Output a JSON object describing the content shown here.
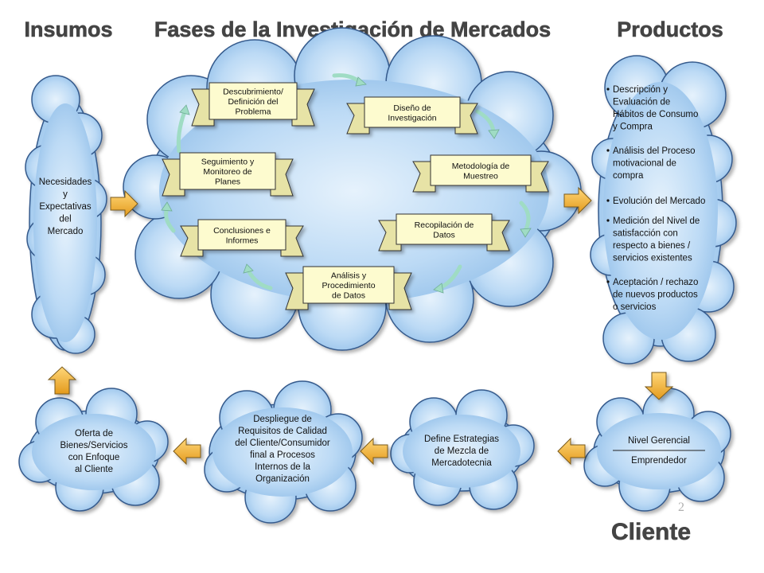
{
  "headers": {
    "inputs": "Insumos",
    "phases": "Fases de la Investigación de Mercados",
    "products": "Productos",
    "client": "Cliente"
  },
  "left_cloud": {
    "lines": [
      "Necesidades",
      "y",
      "Expectativas",
      "del",
      "Mercado"
    ]
  },
  "phases": [
    {
      "lines": [
        "Descubrimiento/",
        "Definición del",
        "Problema"
      ]
    },
    {
      "lines": [
        "Diseño de",
        "Investigación"
      ]
    },
    {
      "lines": [
        "Metodología de",
        "Muestreo"
      ]
    },
    {
      "lines": [
        "Recopilación de",
        "Datos"
      ]
    },
    {
      "lines": [
        "Análisis y",
        "Procedimiento",
        "de Datos"
      ]
    },
    {
      "lines": [
        "Conclusiones e",
        "Informes"
      ]
    },
    {
      "lines": [
        "Seguimiento y",
        "Monitoreo de",
        "Planes"
      ]
    }
  ],
  "products": [
    {
      "lines": [
        "Descripción y",
        "Evaluación de",
        "Hábitos de Consumo",
        "y Compra"
      ]
    },
    {
      "lines": [
        "Análisis del Proceso",
        "motivacional de",
        "compra"
      ]
    },
    {
      "lines": [
        "Evolución del Mercado"
      ]
    },
    {
      "lines": [
        "Medición del Nivel de",
        "satisfacción con",
        "respecto a bienes /",
        "servicios existentes"
      ]
    },
    {
      "lines": [
        "Aceptación /  rechazo",
        "de nuevos productos",
        "o servicios"
      ]
    }
  ],
  "bottom_clouds": {
    "management": {
      "top": "Nivel Gerencial",
      "bottom": "Emprendedor"
    },
    "strategies": {
      "lines": [
        "Define Estrategias",
        "de Mezcla de",
        "Mercadotecnia"
      ]
    },
    "deployment": {
      "lines": [
        "Despliegue de",
        "Requisitos  de Calidad",
        "del Cliente/Consumidor",
        "final a Procesos",
        "Internos de la",
        "Organización"
      ]
    },
    "offer": {
      "lines": [
        "Oferta de",
        "Bienes/Servicios",
        "con Enfoque",
        "al Cliente"
      ]
    }
  },
  "page_number": "2",
  "colors": {
    "cloud_fill": "#a9d0f2",
    "cloud_stroke": "#355a8c",
    "banner_fill": "#fdfbcf",
    "arrow_orange": "#f3b33d",
    "cycle_arrow": "#9fdcc4",
    "header_text": "#444444"
  }
}
